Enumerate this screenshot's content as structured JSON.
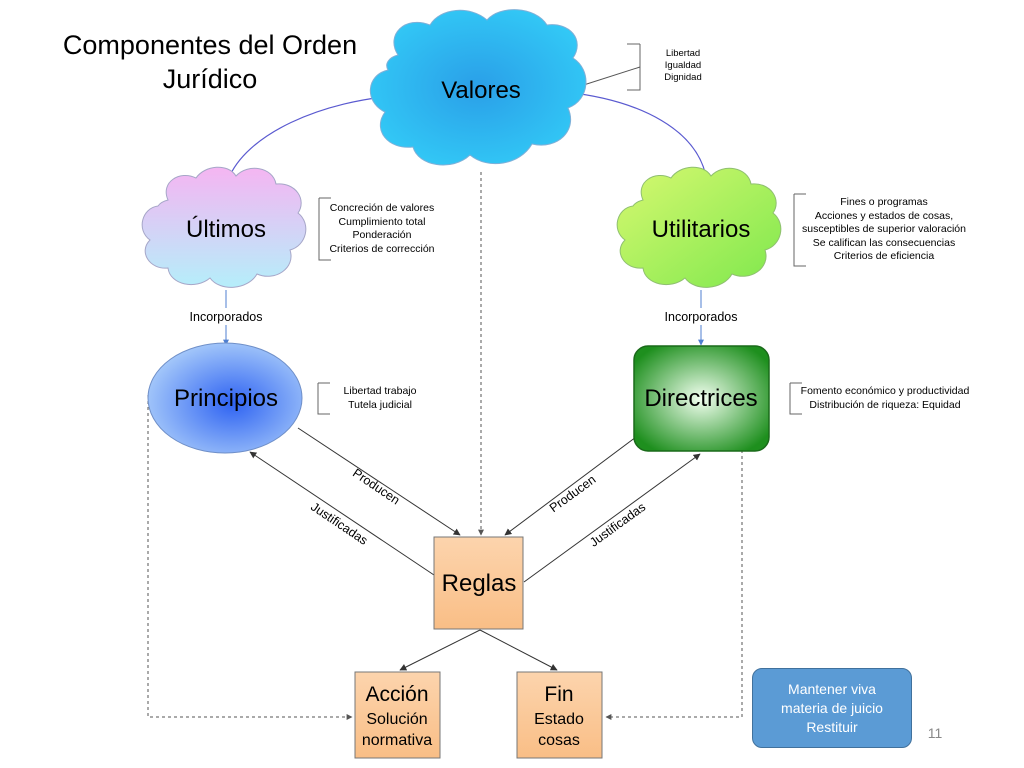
{
  "title": [
    "Componentes del Orden",
    "Jurídico"
  ],
  "nodes": {
    "valores": "Valores",
    "ultimos": "Últimos",
    "utilitarios": "Utilitarios",
    "principios": "Principios",
    "directrices": "Directrices",
    "reglas": "Reglas",
    "accion": [
      "Acción",
      "Solución",
      "normativa"
    ],
    "fin": [
      "Fin",
      "Estado",
      "cosas"
    ]
  },
  "annotations": {
    "valores": [
      "Libertad",
      "Igualdad",
      "Dignidad"
    ],
    "ultimos": [
      "Concreción de valores",
      "Cumplimiento total",
      "Ponderación",
      "Criterios de corrección"
    ],
    "utilitarios": [
      "Fines o programas",
      "Acciones y estados de cosas,",
      "susceptibles de superior valoración",
      "Se califican las consecuencias",
      "Criterios de eficiencia"
    ],
    "principios": [
      "Libertad trabajo",
      "Tutela judicial"
    ],
    "directrices": [
      "Fomento económico y productividad",
      "Distribución de riqueza: Equidad"
    ]
  },
  "edge_labels": {
    "incorporados_left": "Incorporados",
    "incorporados_right": "Incorporados",
    "producen_left": "Producen",
    "justificadas_left": "Justificadas",
    "producen_right": "Producen",
    "justificadas_right": "Justificadas"
  },
  "callout": [
    "Mantener viva",
    "materia de juicio",
    "Restituir"
  ],
  "page_number": "11",
  "colors": {
    "valores_fill": "#2fb6f0",
    "ultimos_fill_top": "#f5b8f0",
    "ultimos_fill_bottom": "#b8ecf8",
    "utilitarios_fill": "#9cf25a",
    "principios_fill": "#3f7cf0",
    "directrices_fill": "#1f9a1f",
    "box_fill": "#fbc99a",
    "callout_fill": "#5b9bd5",
    "arc_color": "#5a5ad0"
  }
}
